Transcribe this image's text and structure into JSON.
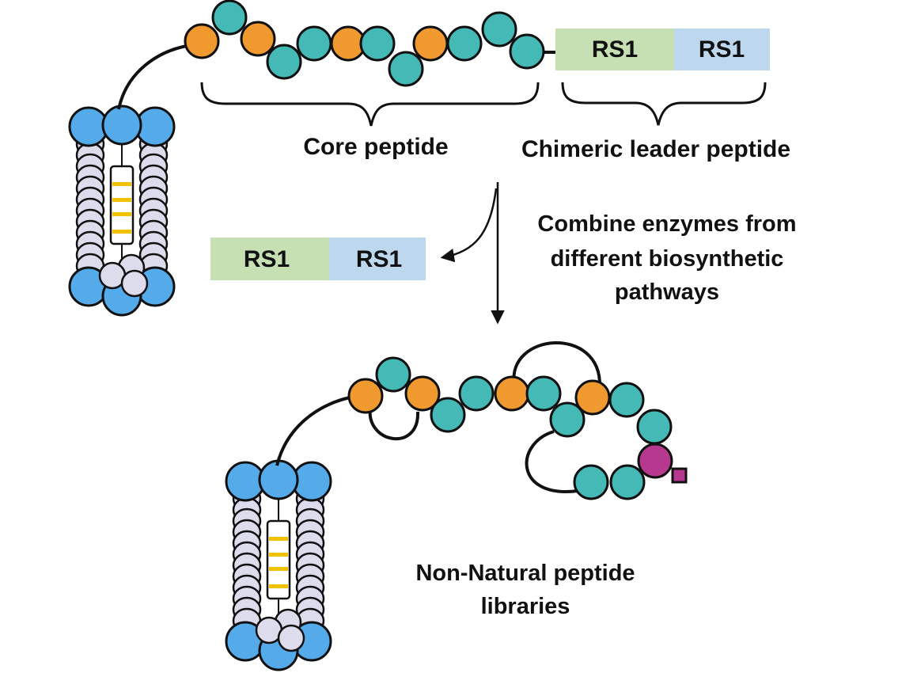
{
  "colors": {
    "modification": "#f0992e",
    "residue": "#44b9b6",
    "terminal_mod": "#b7398f",
    "carrier_outer": "#55aaea",
    "carrier_inner": "#dcdcec",
    "carrier_band": "#f2c200",
    "rs_green": "#c6e0b4",
    "rs_blue": "#bdd7ee",
    "ink": "#111111"
  },
  "top_precursor": {
    "core_peptide_label": "Core peptide",
    "leader_label": "Chimeric leader peptide",
    "core_sequence": [
      "mod",
      "res",
      "mod",
      "res",
      "res",
      "mod",
      "res",
      "res",
      "mod",
      "res",
      "res",
      "res"
    ],
    "leader_segments": [
      {
        "label": "RS1",
        "color_key": "rs_green"
      },
      {
        "label": "RS1",
        "color_key": "rs_blue"
      }
    ]
  },
  "cleaved_leader": {
    "segments": [
      {
        "label": "RS1",
        "color_key": "rs_green"
      },
      {
        "label": "RS1",
        "color_key": "rs_blue"
      }
    ]
  },
  "process_step": {
    "lines": [
      "Combine enzymes from",
      "different biosynthetic",
      "pathways"
    ]
  },
  "product": {
    "label_lines": [
      "Non-Natural peptide",
      "libraries"
    ],
    "sequence": [
      "mod",
      "res",
      "mod",
      "res",
      "res",
      "mod",
      "res",
      "res",
      "mod",
      "res",
      "res",
      "term",
      "res",
      "res"
    ],
    "macrocycles": 3
  }
}
